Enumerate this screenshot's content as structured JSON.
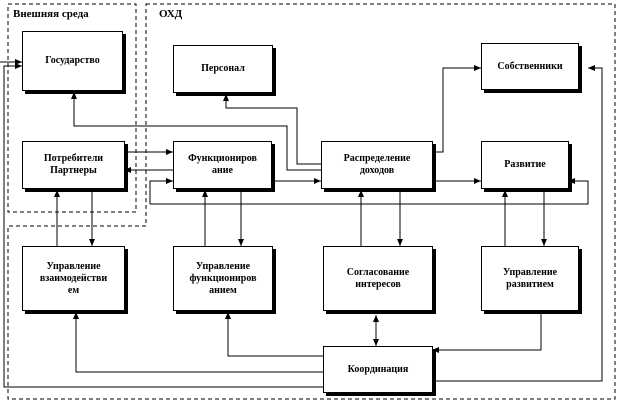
{
  "regions": {
    "external": "Внешняя среда",
    "ohd": "ОХД"
  },
  "blocks": {
    "state": "Государство",
    "personnel": "Персонал",
    "owners": "Собственники",
    "consumers": "Потребители\nПартнеры",
    "functioning": "Функциониров\nание",
    "distribution": "Распределение\nдоходов",
    "development": "Развитие",
    "interaction_mgmt": "Управление\nвзаимодействи\nем",
    "functioning_mgmt": "Управление\nфункциониров\nанием",
    "coordination_interests": "Согласование\nинтересов",
    "development_mgmt": "Управление\nразвитием",
    "coordination": "Координация"
  }
}
